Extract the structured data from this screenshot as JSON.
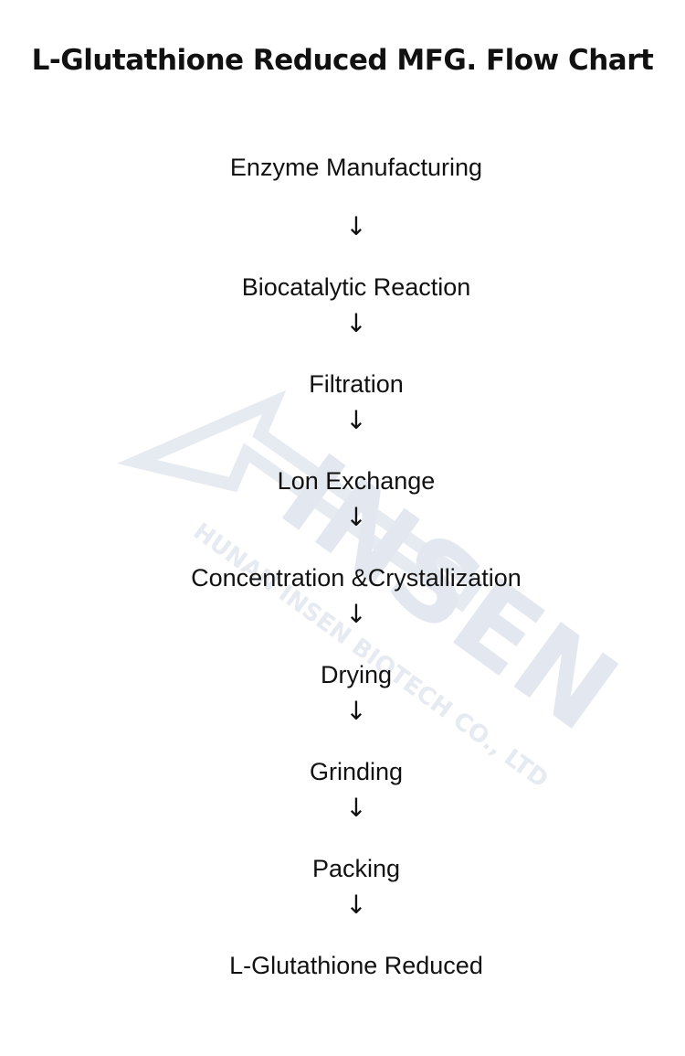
{
  "title": "L-Glutathione Reduced MFG. Flow Chart",
  "watermark": {
    "brand": "INSEN",
    "company": "HUNAN INSEN BIOTECH CO., LTD",
    "color": "#e3e8f0"
  },
  "steps": [
    {
      "label": "Enzyme Manufacturing"
    },
    {
      "label": "Biocatalytic Reaction"
    },
    {
      "label": "Filtration"
    },
    {
      "label": "Lon Exchange"
    },
    {
      "label": "Concentration &Crystallization"
    },
    {
      "label": "Drying"
    },
    {
      "label": "Grinding"
    },
    {
      "label": "Packing"
    },
    {
      "label": "L-Glutathione Reduced"
    }
  ],
  "arrow_glyph": "↓",
  "colors": {
    "text": "#111111",
    "background": "#ffffff"
  }
}
